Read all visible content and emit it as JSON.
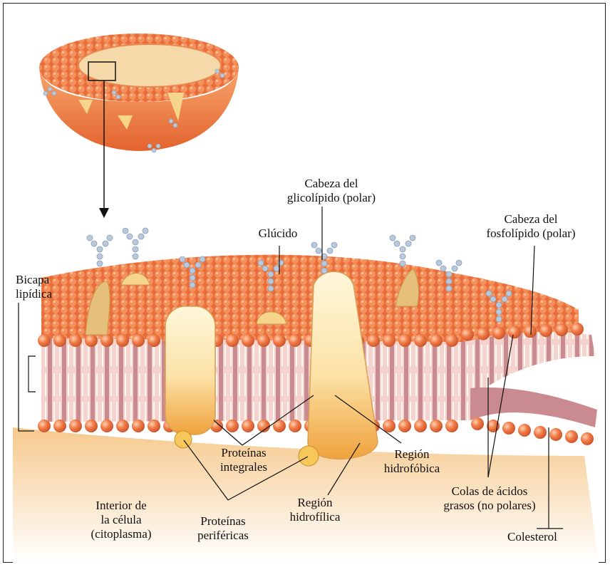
{
  "diagram": {
    "labels": {
      "glycolipid_head": [
        "Cabeza del",
        "glicolípido (polar)"
      ],
      "glucid": [
        "Glúcido"
      ],
      "phospholipid_head": [
        "Cabeza del",
        "fosfolípido (polar)"
      ],
      "lipid_bilayer": [
        "Bicapa",
        "lipídica"
      ],
      "integral_proteins": [
        "Proteínas",
        "integrales"
      ],
      "hydrophobic_region": [
        "Región",
        "hidrofóbica"
      ],
      "hydrophilic_region": [
        "Región",
        "hidrofílica"
      ],
      "fatty_acid_tails": [
        "Colas de ácidos",
        "grasos (no polares)"
      ],
      "cell_interior": [
        "Interior de",
        "la célula",
        "(citoplasma)"
      ],
      "peripheral_proteins": [
        "Proteínas",
        "periféricas"
      ],
      "cholesterol": [
        "Colesterol"
      ]
    },
    "colors": {
      "head": "#ee7a4a",
      "head_dark": "#c9532a",
      "cell_body": "#f08a4e",
      "protein": "#f6d48a",
      "tail_region": "#c98b8f",
      "cytoplasm": "#f9e2c0",
      "line": "#111111"
    }
  }
}
